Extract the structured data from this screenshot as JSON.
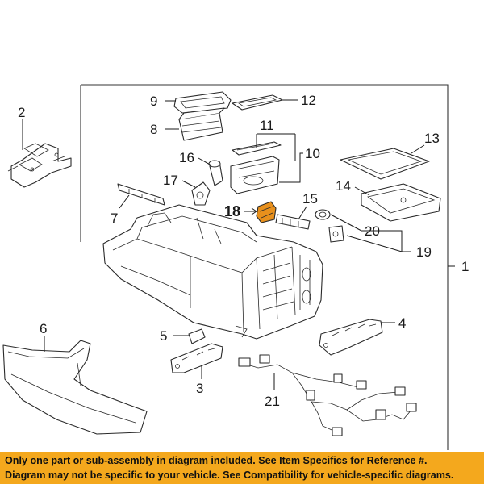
{
  "diagram": {
    "callouts": [
      {
        "id": "1",
        "label": "1"
      },
      {
        "id": "2",
        "label": "2"
      },
      {
        "id": "3",
        "label": "3"
      },
      {
        "id": "4",
        "label": "4"
      },
      {
        "id": "5",
        "label": "5"
      },
      {
        "id": "6",
        "label": "6"
      },
      {
        "id": "7",
        "label": "7"
      },
      {
        "id": "8",
        "label": "8"
      },
      {
        "id": "9",
        "label": "9"
      },
      {
        "id": "10",
        "label": "10"
      },
      {
        "id": "11",
        "label": "11"
      },
      {
        "id": "12",
        "label": "12"
      },
      {
        "id": "13",
        "label": "13"
      },
      {
        "id": "14",
        "label": "14"
      },
      {
        "id": "15",
        "label": "15"
      },
      {
        "id": "16",
        "label": "16"
      },
      {
        "id": "17",
        "label": "17"
      },
      {
        "id": "18",
        "label": "18"
      },
      {
        "id": "19",
        "label": "19"
      },
      {
        "id": "20",
        "label": "20"
      },
      {
        "id": "21",
        "label": "21"
      }
    ],
    "highlight_part": "18",
    "highlight_color": "#e8901c"
  },
  "footer": {
    "line1": "Only one part or sub-assembly in diagram included. See Item Specifics for Reference #.",
    "line2": "Diagram may not be specific to your vehicle. See Compatibility for vehicle-specific diagrams.",
    "background": "#f4a81d"
  }
}
